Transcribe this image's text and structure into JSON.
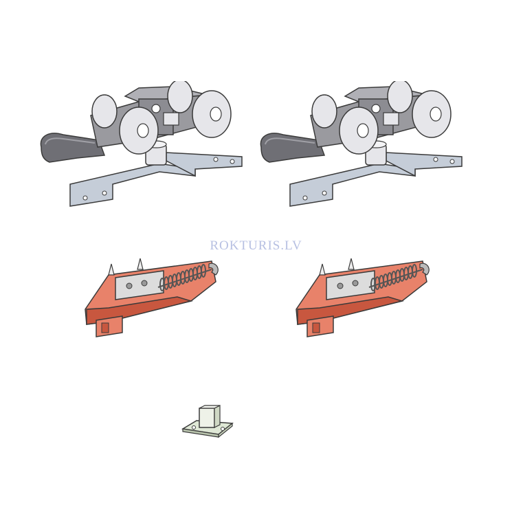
{
  "watermark": {
    "text": "ROKTURIS.LV",
    "color": "#b7c0e2"
  },
  "colors": {
    "outline": "#3a3a3a",
    "roller_body": "#9a9a9f",
    "roller_dark": "#6f6f75",
    "wheel": "#e6e6ea",
    "plate": "#c5cdd8",
    "bracket": "#e8826a",
    "bracket_dark": "#c8573f",
    "spring": "#555555",
    "guide": "#dfe8d6"
  },
  "parts": [
    {
      "name": "roller-carriage",
      "count": 2
    },
    {
      "name": "soft-close-damper",
      "count": 2
    },
    {
      "name": "floor-guide",
      "count": 1
    }
  ]
}
